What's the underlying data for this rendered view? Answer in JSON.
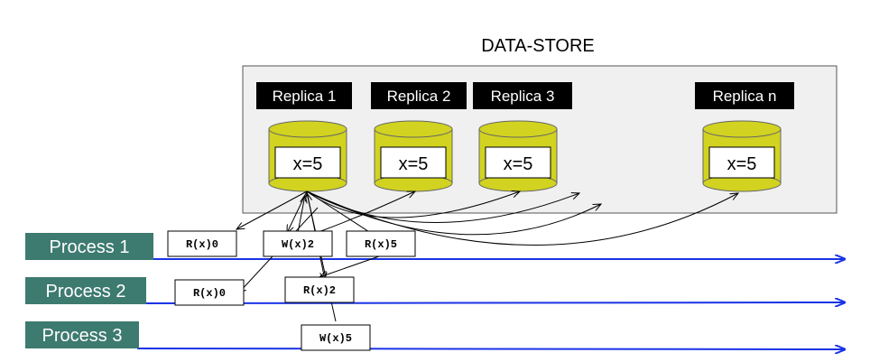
{
  "store": {
    "title": "DATA-STORE"
  },
  "replicas": [
    {
      "label": "Replica 1",
      "value": "x=5"
    },
    {
      "label": "Replica 2",
      "value": "x=5"
    },
    {
      "label": "Replica 3",
      "value": "x=5"
    },
    {
      "label": "Replica n",
      "value": "x=5"
    }
  ],
  "processes": [
    {
      "label": "Process 1",
      "operations": [
        {
          "label": "R(x)0"
        },
        {
          "label": "W(x)2"
        },
        {
          "label": "R(x)5"
        }
      ]
    },
    {
      "label": "Process 2",
      "operations": [
        {
          "label": "R(x)0"
        },
        {
          "label": "R(x)2"
        }
      ]
    },
    {
      "label": "Process 3",
      "operations": [
        {
          "label": "W(x)5"
        }
      ]
    }
  ],
  "colors": {
    "timeline": "#1a33e6",
    "process_fill": "#3d7a70",
    "cylinder": "#d1d320",
    "store_fill": "#f0f0f0",
    "label_fill": "#000000"
  }
}
